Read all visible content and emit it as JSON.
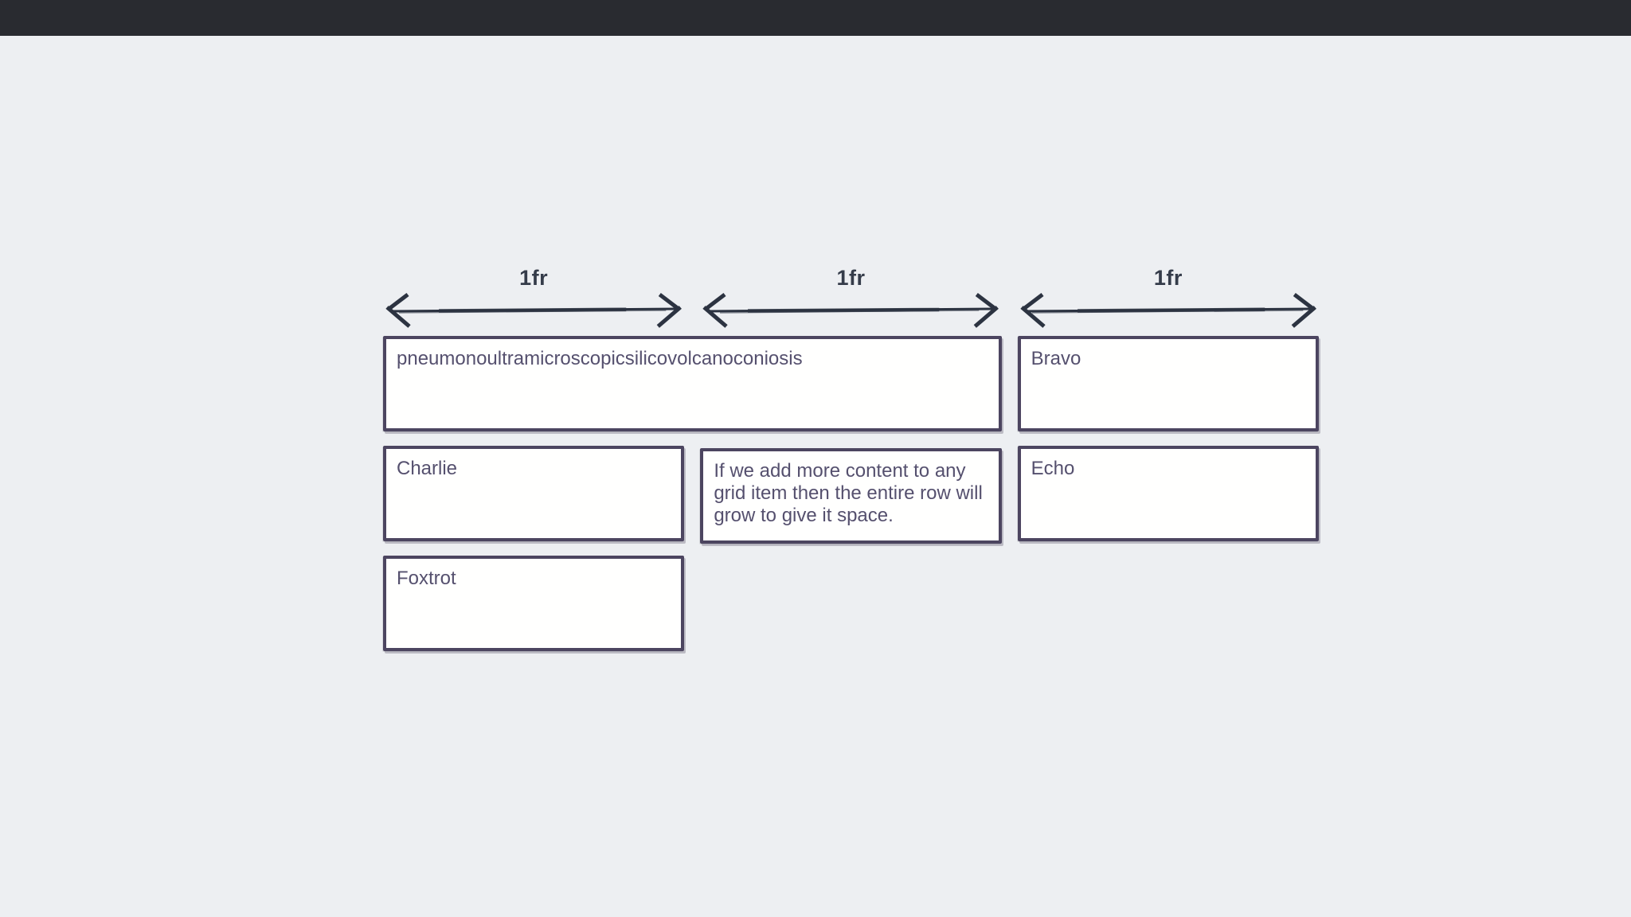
{
  "page": {
    "topbar_color": "#292b30",
    "background_color": "#edeff2"
  },
  "diagram": {
    "colors": {
      "arrow_ink": "#2c3341",
      "box_border": "#4c4560",
      "box_text": "#55506e",
      "box_background": "#ffffff",
      "label_text": "#353c4a"
    },
    "tracks": [
      {
        "label": "1fr"
      },
      {
        "label": "1fr"
      },
      {
        "label": "1fr"
      }
    ],
    "items": [
      {
        "id": "alpha",
        "text": "pneumonoultramicroscopicsilicovolcanoconiosis",
        "column_span": 2
      },
      {
        "id": "bravo",
        "text": "Bravo",
        "column_span": 1
      },
      {
        "id": "charlie",
        "text": "Charlie",
        "column_span": 1
      },
      {
        "id": "delta",
        "text": "If we add more content to any grid item then the entire row will grow to give it space.",
        "column_span": 1
      },
      {
        "id": "echo",
        "text": "Echo",
        "column_span": 1
      },
      {
        "id": "foxtrot",
        "text": "Foxtrot",
        "column_span": 1
      }
    ]
  }
}
